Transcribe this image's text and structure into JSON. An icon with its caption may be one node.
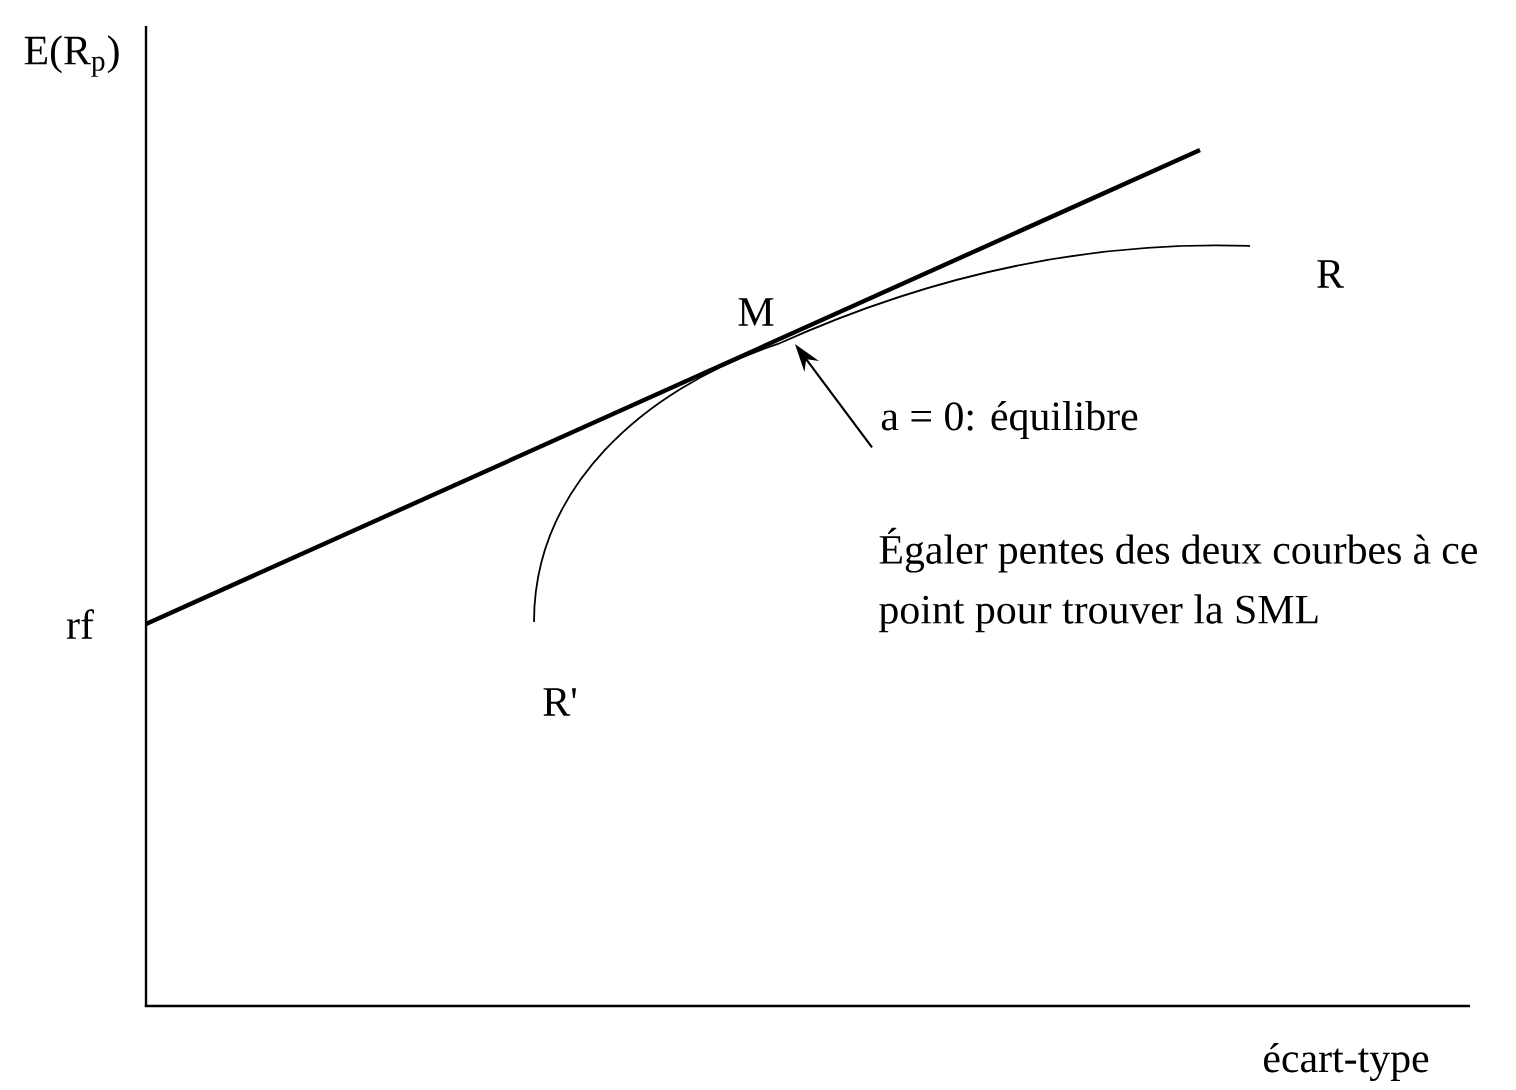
{
  "diagram": {
    "nodes": [
      {
        "text": [
          "M"
        ]
      },
      {
        "text": [
          "a = 0: équilibre"
        ]
      }
    ],
    "edges": [
      {
        "from": 1,
        "to": 0,
        "arrow": "to"
      }
    ],
    "labels": [
      "E(R$_{p}$)",
      "rf",
      "R",
      "R'",
      "Égaler pentes des deux courbes à ce point pour trouver la SML",
      "écart-type"
    ]
  }
}
